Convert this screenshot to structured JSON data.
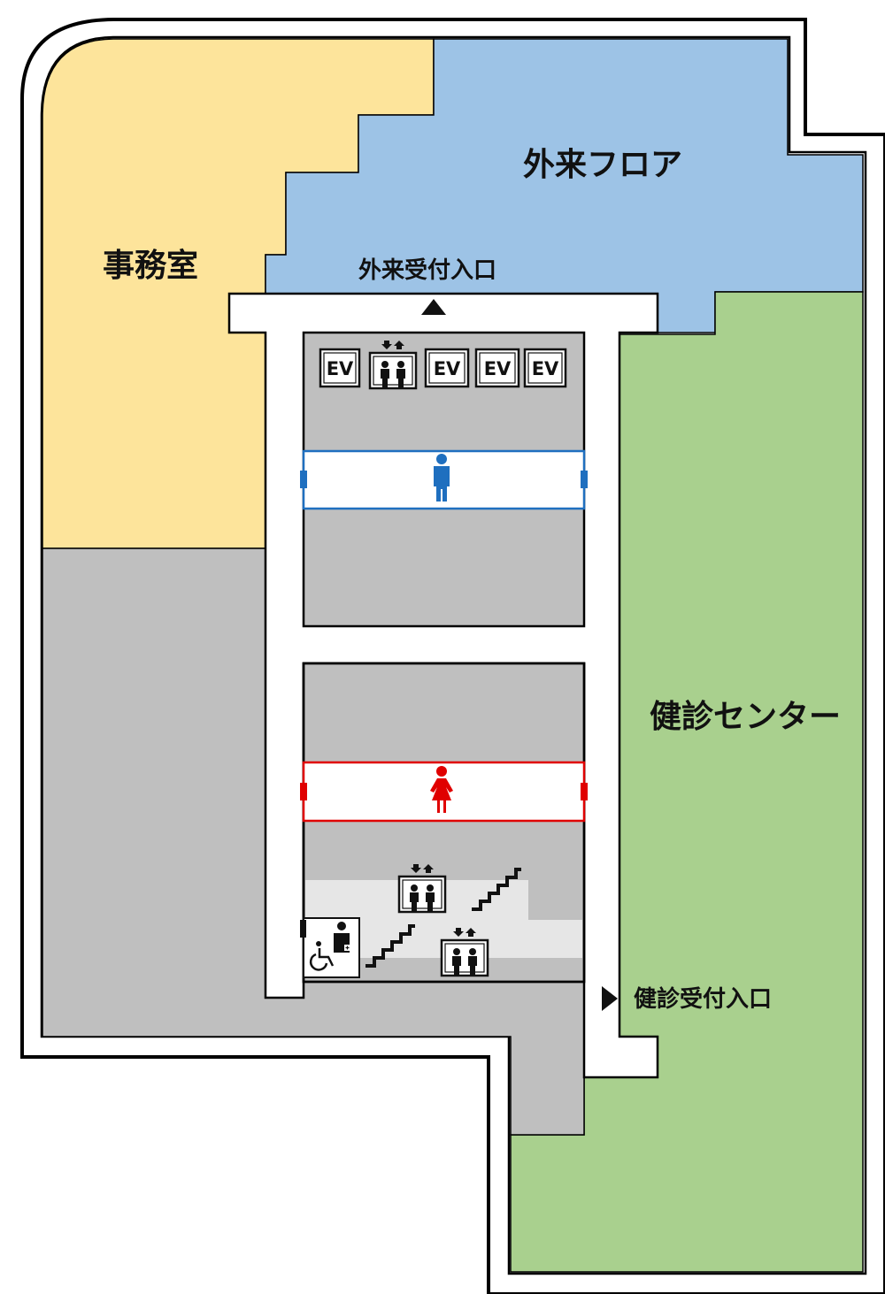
{
  "areas": {
    "office": "事務室",
    "outpatient_floor": "外来フロア",
    "health_center": "健診センター"
  },
  "entrances": {
    "outpatient_reception": "外来受付入口",
    "health_check_reception": "健診受付入口"
  },
  "elevators": {
    "label": "EV",
    "icon": "elevator-icon"
  },
  "restrooms": {
    "men_icon": "man-icon",
    "women_icon": "woman-icon",
    "accessible_icon": "wheelchair-icon"
  },
  "stairs_icon": "stairs-icon",
  "colors": {
    "office": "#fde49b",
    "outpatient_floor": "#9dc3e6",
    "health_center": "#a9d08e",
    "common_area": "#bfbfbf",
    "corridor": "#ffffff",
    "men": "#1f6fbf",
    "women": "#e00000",
    "light_area": "#e6e6e6"
  }
}
